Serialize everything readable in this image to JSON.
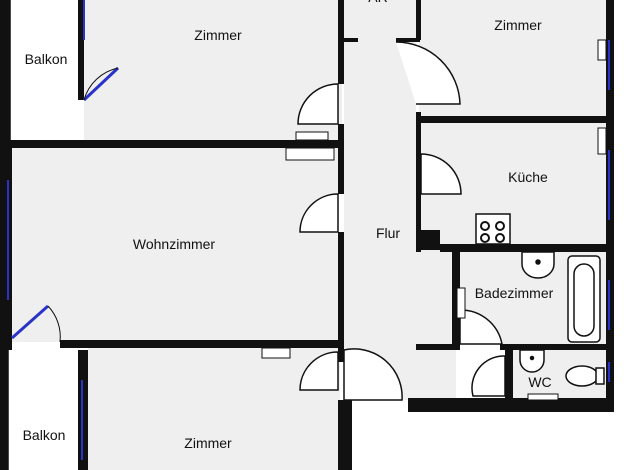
{
  "rooms": {
    "balkon_top": "Balkon",
    "zimmer_top_left": "Zimmer",
    "top_small": "AR",
    "zimmer_top_right": "Zimmer",
    "kueche": "Küche",
    "wohnzimmer": "Wohnzimmer",
    "flur": "Flur",
    "badezimmer": "Badezimmer",
    "wc": "WC",
    "balkon_bottom": "Balkon",
    "zimmer_bottom": "Zimmer"
  },
  "colors": {
    "wall": "#111111",
    "floor": "#efefef",
    "window": "#2a33c8",
    "background": "#ffffff"
  }
}
